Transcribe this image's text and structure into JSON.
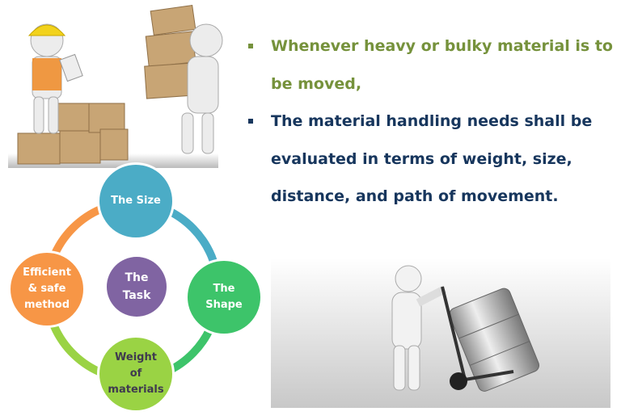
{
  "bullets": [
    {
      "text": "Whenever heavy or bulky material is to be moved,",
      "color": "#76923c"
    },
    {
      "text": "The material handling needs shall be evaluated in terms of weight, size, distance, and path of movement.",
      "color": "#17365d"
    }
  ],
  "diagram": {
    "center": "The\nTask",
    "nodes": [
      {
        "label": "The Size",
        "color": "#4bacc6"
      },
      {
        "label": "The\nShape",
        "color": "#3dc46a"
      },
      {
        "label": "Weight\nof\nmaterials",
        "color": "#9ad344"
      },
      {
        "label": "Efficient\n& safe\nmethod",
        "color": "#f79646"
      }
    ],
    "center_color": "#8064a2"
  }
}
